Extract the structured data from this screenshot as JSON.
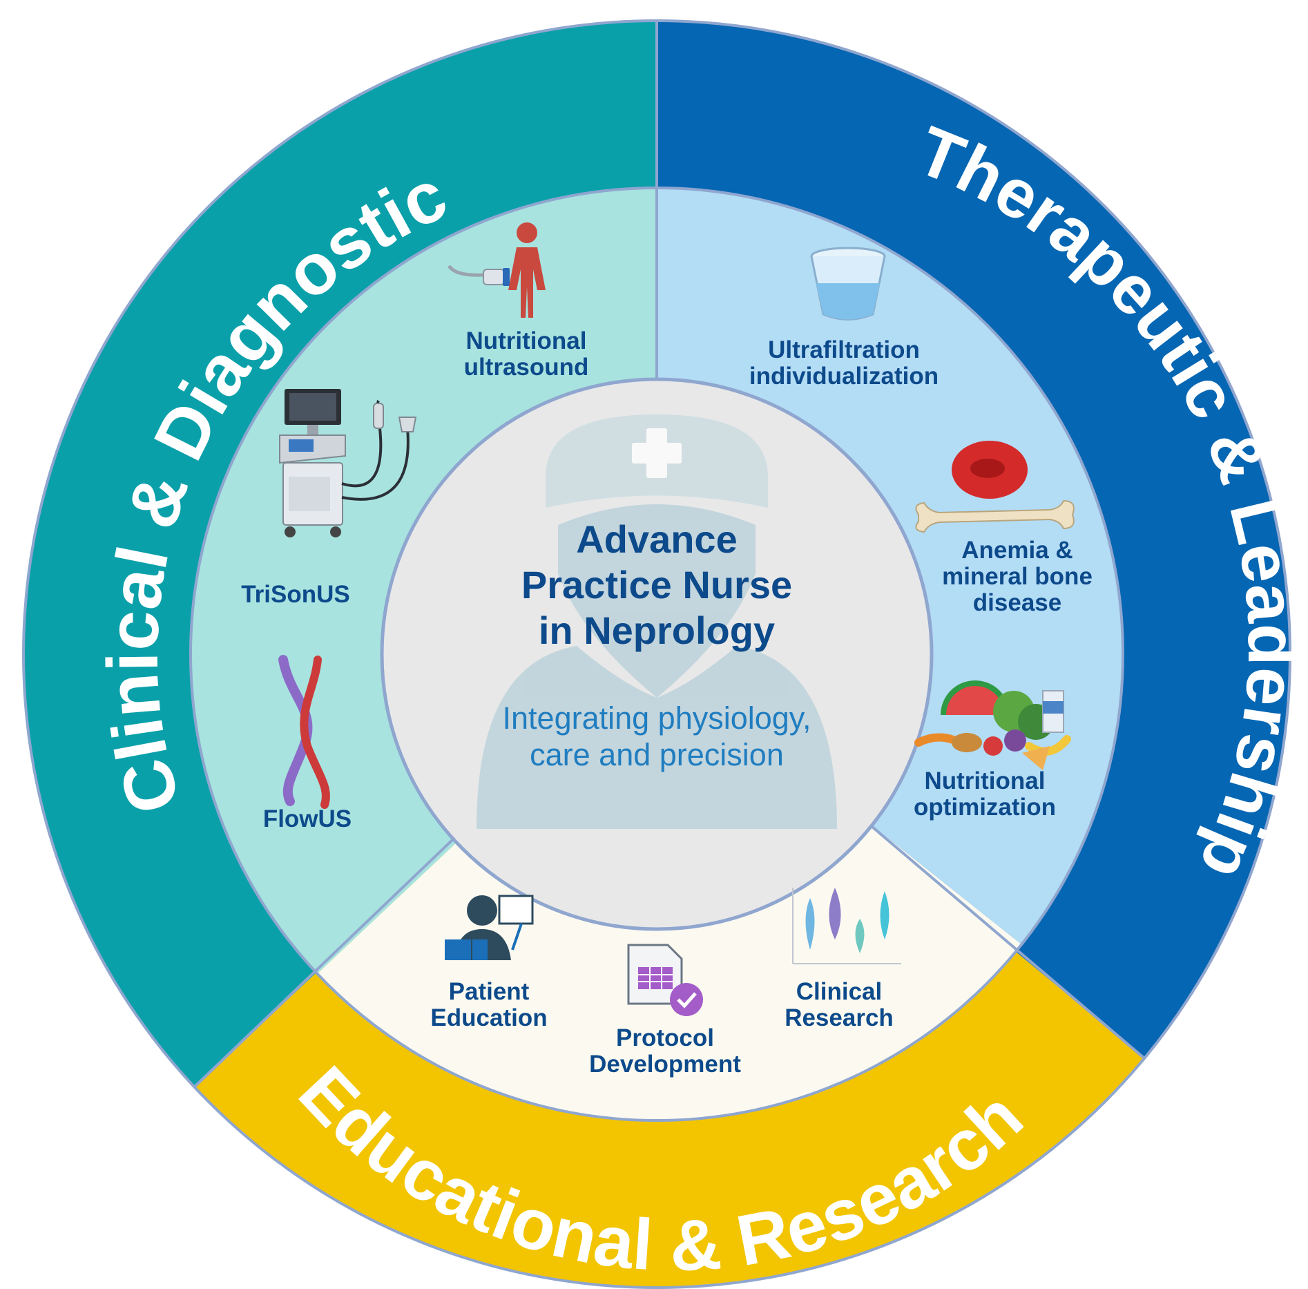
{
  "colors": {
    "clinical_outer": "#0aa0aa",
    "clinical_inner": "#a8e3df",
    "therapeutic_outer": "#0566b3",
    "therapeutic_inner": "#b3dcf5",
    "educational_outer": "#f2c500",
    "educational_inner": "#fcfaf0",
    "center_fill": "#e8e8e8",
    "border": "#8fa6cf",
    "label_dark_blue": "#0d4a8b",
    "subtitle_blue": "#1f7dc0"
  },
  "segments": {
    "clinical": {
      "title": "Clinical & Diagnostic"
    },
    "therapeutic": {
      "title": "Therapeutic & Leadership"
    },
    "educational": {
      "title": "Educational & Research"
    }
  },
  "items": {
    "nutritional_ultrasound": {
      "line1": "Nutritional",
      "line2": "ultrasound",
      "icon": "ultrasound-body-icon"
    },
    "trisonus": {
      "line1": "TriSonUS",
      "icon": "ultrasound-machine-icon"
    },
    "flowus": {
      "line1": "FlowUS",
      "icon": "blood-vessels-icon"
    },
    "ultrafiltration": {
      "line1": "Ultrafiltration",
      "line2": "individualization",
      "icon": "measuring-cup-icon"
    },
    "anemia": {
      "line1": "Anemia &",
      "line2": "mineral bone",
      "line3": "disease",
      "icon": "blood-cell-bone-icon"
    },
    "nutritional_optimization": {
      "line1": "Nutritional",
      "line2": "optimization",
      "icon": "food-icon"
    },
    "patient_education": {
      "line1": "Patient",
      "line2": "Education",
      "icon": "teacher-board-icon"
    },
    "protocol_development": {
      "line1": "Protocol",
      "line2": "Development",
      "icon": "spreadsheet-check-icon"
    },
    "clinical_research": {
      "line1": "Clinical",
      "line2": "Research",
      "icon": "violin-plot-icon"
    }
  },
  "center": {
    "title_line1": "Advance",
    "title_line2": "Practice Nurse",
    "title_line3": "in Neprology",
    "subtitle_line1": "Integrating physiology,",
    "subtitle_line2": "care and precision",
    "icon": "nurse-silhouette-icon"
  }
}
